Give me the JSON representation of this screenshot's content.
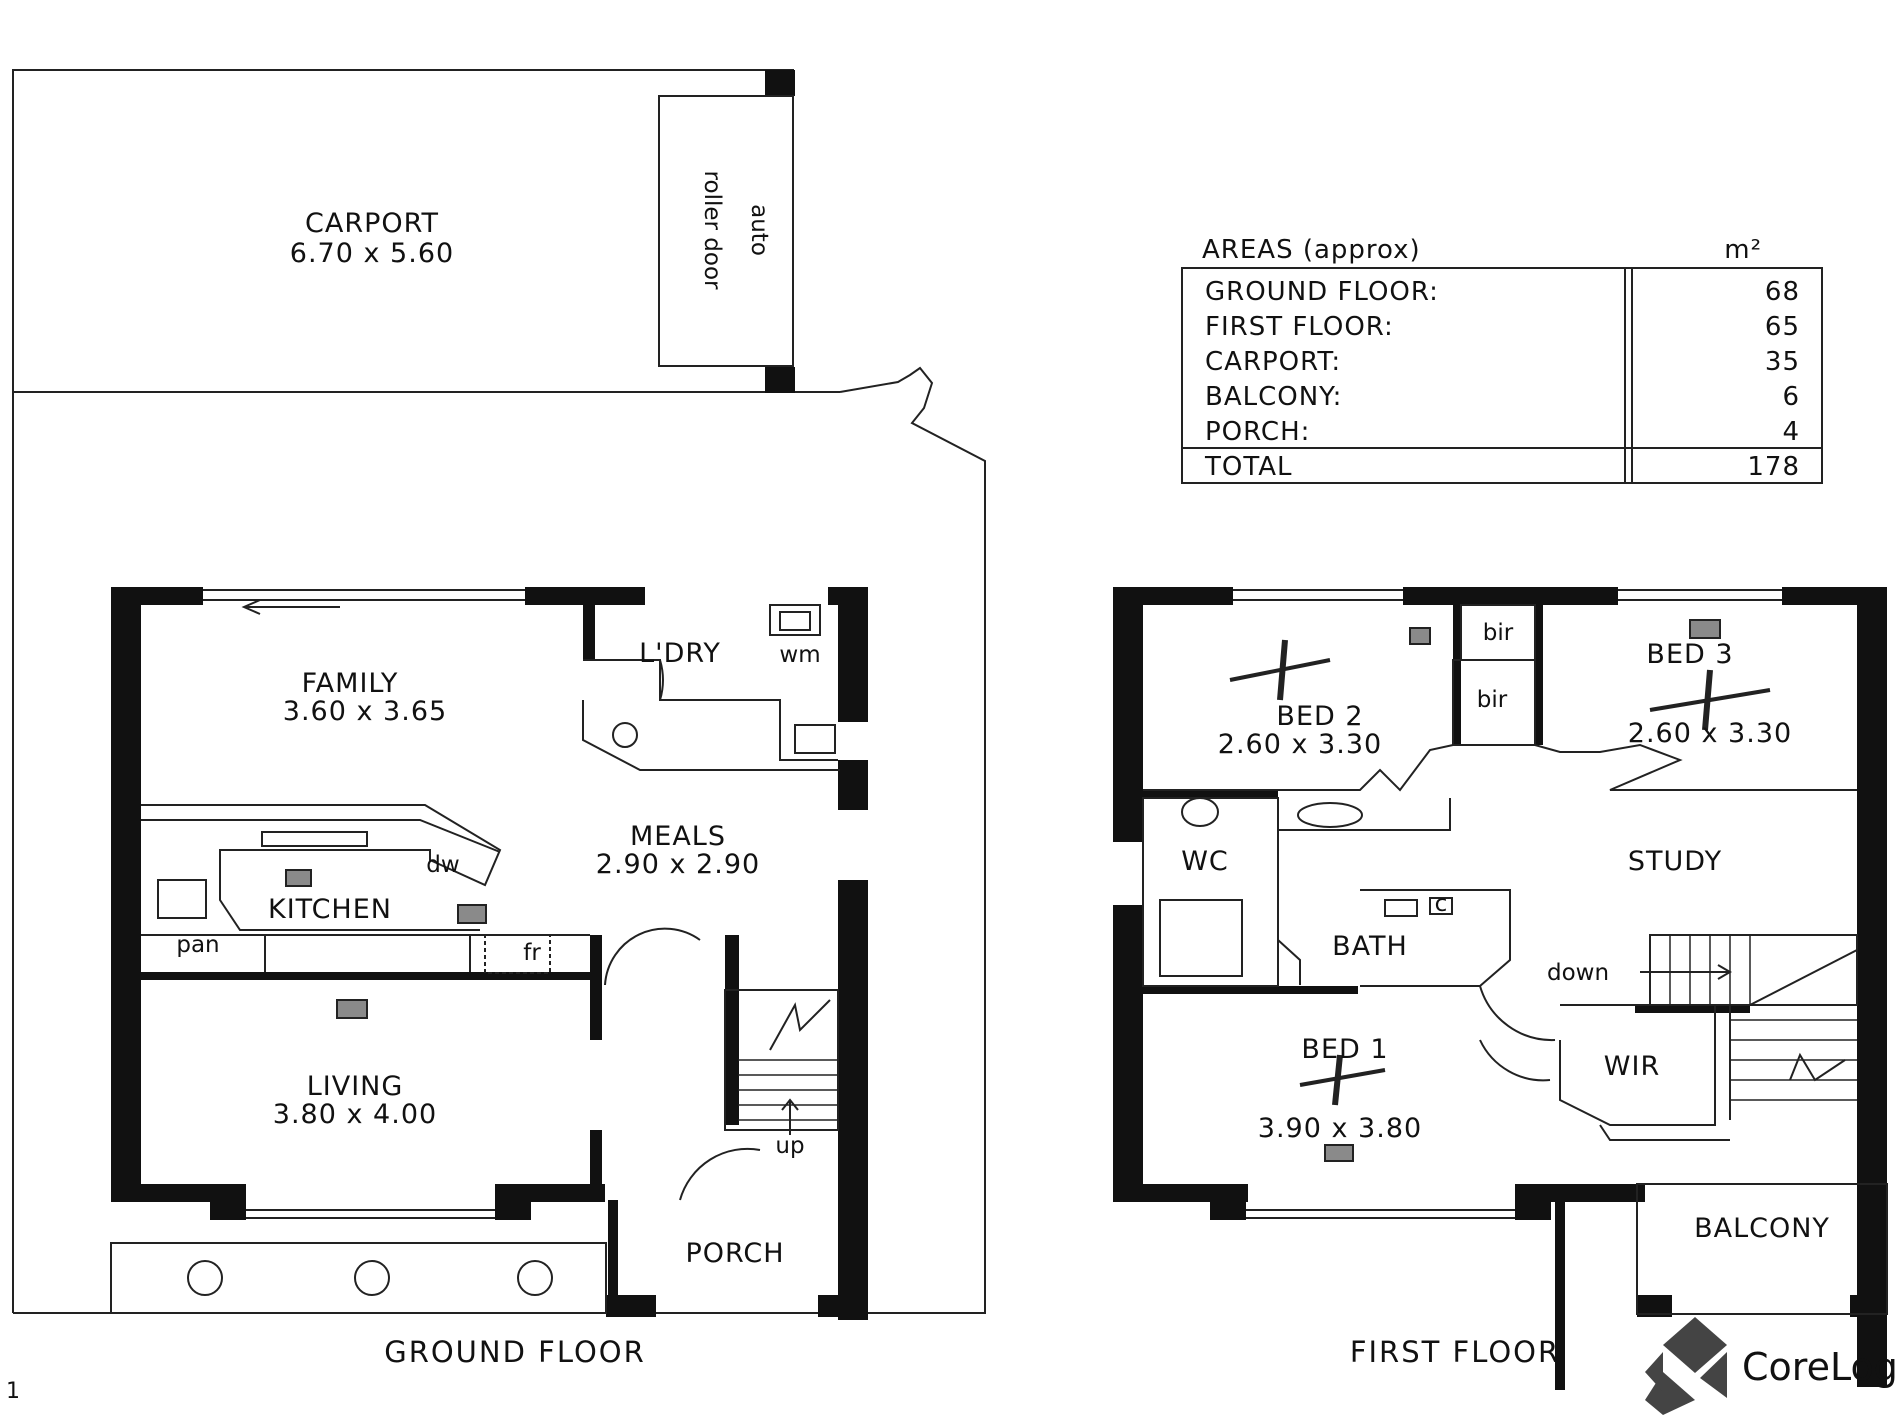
{
  "ground_floor": {
    "title": "GROUND FLOOR",
    "carport": {
      "name": "CARPORT",
      "dims": "6.70 x 5.60"
    },
    "door_note_1": "auto",
    "door_note_2": "roller door",
    "family": {
      "name": "FAMILY",
      "dims": "3.60 x 3.65"
    },
    "laundry": "L'DRY",
    "wm": "wm",
    "meals": {
      "name": "MEALS",
      "dims": "2.90 x 2.90"
    },
    "kitchen": "KITCHEN",
    "dw": "dw",
    "pan": "pan",
    "fr": "fr",
    "living": {
      "name": "LIVING",
      "dims": "3.80 x 4.00"
    },
    "porch": "PORCH",
    "up": "up"
  },
  "first_floor": {
    "title": "FIRST FLOOR",
    "bed2": {
      "name": "BED 2",
      "dims": "2.60 x 3.30"
    },
    "bed3": {
      "name": "BED 3",
      "dims": "2.60 x 3.30"
    },
    "bir_1": "bir",
    "bir_2": "bir",
    "wc": "WC",
    "study": "STUDY",
    "bath": "BATH",
    "c": "c",
    "down": "down",
    "bed1": {
      "name": "BED 1",
      "dims": "3.90 x 3.80"
    },
    "wir": "WIR",
    "balcony": "BALCONY"
  },
  "areas": {
    "header": "AREAS (approx)",
    "unit": "m²",
    "rows": [
      {
        "label": "GROUND FLOOR:",
        "value": "68"
      },
      {
        "label": "FIRST FLOOR:",
        "value": "65"
      },
      {
        "label": "CARPORT:",
        "value": "35"
      },
      {
        "label": "BALCONY:",
        "value": "6"
      },
      {
        "label": "PORCH:",
        "value": "4"
      }
    ],
    "total_label": "TOTAL",
    "total_value": "178"
  },
  "page_number": "1",
  "logo_text": "CoreLog",
  "colors": {
    "wall": "#111111",
    "line": "#222222",
    "fixture": "#8a8a8a",
    "logo": "#555555"
  }
}
